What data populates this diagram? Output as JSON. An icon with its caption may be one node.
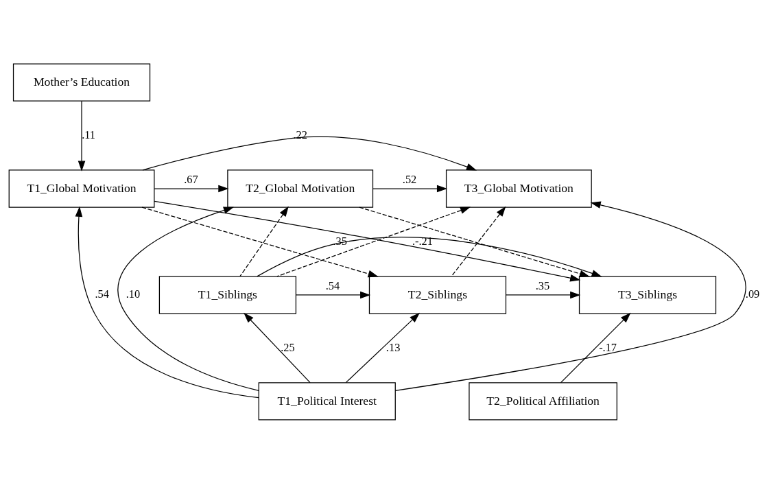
{
  "diagram": {
    "nodes": [
      {
        "text": [
          "Mother’s Education"
        ]
      },
      {
        "text": [
          "T1_Global Motivation"
        ]
      },
      {
        "text": [
          "T2_Global Motivation"
        ]
      },
      {
        "text": [
          "T3_Global Motivation"
        ]
      },
      {
        "text": [
          "T1_Siblings"
        ]
      },
      {
        "text": [
          "T2_Siblings"
        ]
      },
      {
        "text": [
          "T3_Siblings"
        ]
      },
      {
        "text": [
          "T1_Political Interest"
        ]
      },
      {
        "text": [
          "T2_Political Affiliation"
        ]
      }
    ],
    "edges": [
      {
        "from": 0,
        "to": 1,
        "arrow": "to",
        "label": ".11"
      },
      {
        "from": 1,
        "to": 3,
        "arrow": "to",
        "label": ".22"
      },
      {
        "from": 1,
        "to": 2,
        "arrow": "to",
        "label": ".67"
      },
      {
        "from": 2,
        "to": 3,
        "arrow": "to",
        "label": ".52"
      },
      {
        "from": 1,
        "to": 5,
        "arrow": "to",
        "style": "dashed"
      },
      {
        "from": 1,
        "to": 6,
        "arrow": "to",
        "label": ".-.21"
      },
      {
        "from": 2,
        "to": 6,
        "arrow": "to",
        "style": "dashed"
      },
      {
        "from": 4,
        "to": 2,
        "arrow": "to",
        "style": "dashed"
      },
      {
        "from": 4,
        "to": 3,
        "arrow": "to",
        "style": "dashed"
      },
      {
        "from": 5,
        "to": 3,
        "arrow": "to",
        "style": "dashed"
      },
      {
        "from": 4,
        "to": 5,
        "arrow": "to",
        "label": ".54"
      },
      {
        "from": 5,
        "to": 6,
        "arrow": "to",
        "label": ".35"
      },
      {
        "from": 4,
        "to": 6,
        "arrow": "to",
        "label": ".35"
      },
      {
        "from": 7,
        "to": 4,
        "arrow": "to",
        "label": ".25"
      },
      {
        "from": 7,
        "to": 2,
        "arrow": "to",
        "label": ".10"
      },
      {
        "from": 7,
        "to": 5,
        "arrow": "to",
        "label": ".13"
      },
      {
        "from": 7,
        "to": 1,
        "arrow": "to",
        "label": ".54"
      },
      {
        "from": 7,
        "to": 3,
        "arrow": "to",
        "label": ".09"
      },
      {
        "from": 8,
        "to": 6,
        "arrow": "to",
        "label": "-.17"
      }
    ]
  }
}
